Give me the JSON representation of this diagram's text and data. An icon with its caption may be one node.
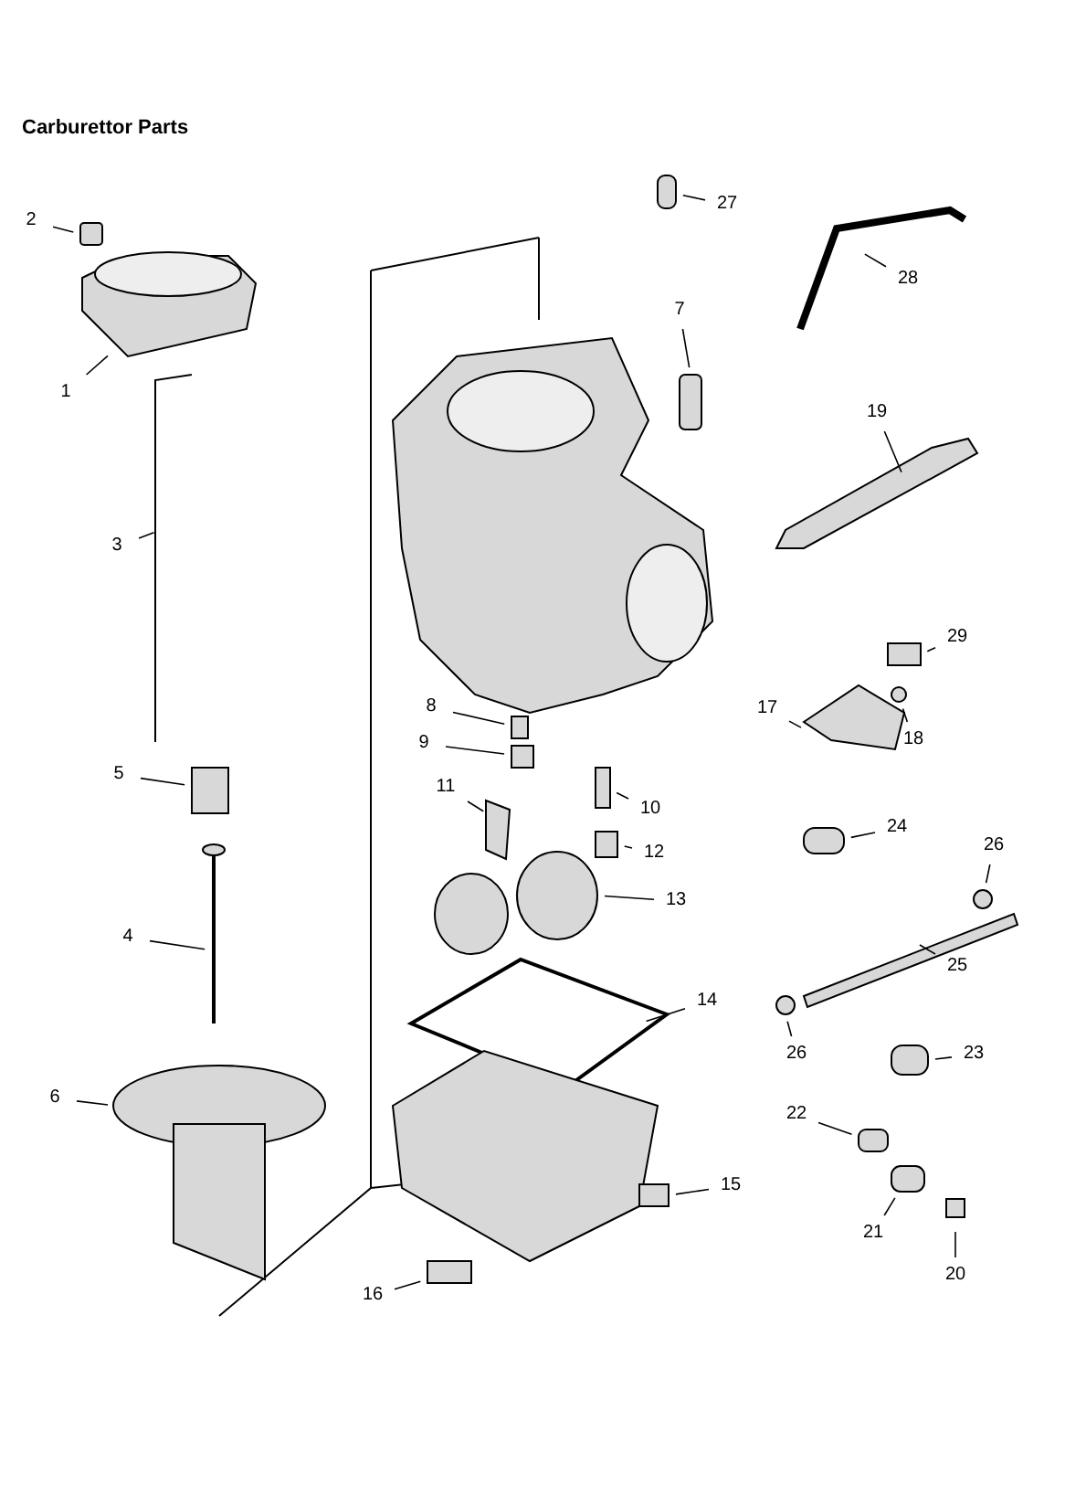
{
  "diagram": {
    "title": "Carburettor Parts",
    "nodes": [
      {
        "text": [
          "27"
        ]
      },
      {
        "text": [
          "2"
        ]
      },
      {
        "text": [
          "28"
        ]
      },
      {
        "text": [
          "7"
        ]
      },
      {
        "text": [
          "1"
        ]
      },
      {
        "text": [
          "19"
        ]
      },
      {
        "text": [
          "3"
        ]
      },
      {
        "text": [
          "29"
        ]
      },
      {
        "text": [
          "17"
        ]
      },
      {
        "text": [
          "8"
        ]
      },
      {
        "text": [
          "18"
        ]
      },
      {
        "text": [
          "9"
        ]
      },
      {
        "text": [
          "5"
        ]
      },
      {
        "text": [
          "11"
        ]
      },
      {
        "text": [
          "10"
        ]
      },
      {
        "text": [
          "24"
        ]
      },
      {
        "text": [
          "12"
        ]
      },
      {
        "text": [
          "26"
        ]
      },
      {
        "text": [
          "13"
        ]
      },
      {
        "text": [
          "4"
        ]
      },
      {
        "text": [
          "25"
        ]
      },
      {
        "text": [
          "14"
        ]
      },
      {
        "text": [
          "26"
        ]
      },
      {
        "text": [
          "23"
        ]
      },
      {
        "text": [
          "6"
        ]
      },
      {
        "text": [
          "22"
        ]
      },
      {
        "text": [
          "15"
        ]
      },
      {
        "text": [
          "21"
        ]
      },
      {
        "text": [
          "20"
        ]
      },
      {
        "text": [
          "16"
        ]
      }
    ],
    "edges": [
      {
        "from": 0,
        "to": null,
        "arrow": "none"
      },
      {
        "from": 1,
        "to": null,
        "arrow": "none"
      },
      {
        "from": 2,
        "to": null,
        "arrow": "none"
      },
      {
        "from": 3,
        "to": null,
        "arrow": "none"
      },
      {
        "from": 4,
        "to": null,
        "arrow": "none"
      },
      {
        "from": 5,
        "to": null,
        "arrow": "none"
      },
      {
        "from": 6,
        "to": null,
        "arrow": "none"
      },
      {
        "from": 7,
        "to": null,
        "arrow": "none"
      },
      {
        "from": 8,
        "to": null,
        "arrow": "none"
      },
      {
        "from": 9,
        "to": null,
        "arrow": "none"
      },
      {
        "from": 10,
        "to": null,
        "arrow": "none"
      },
      {
        "from": 11,
        "to": null,
        "arrow": "none"
      },
      {
        "from": 12,
        "to": null,
        "arrow": "none"
      },
      {
        "from": 13,
        "to": null,
        "arrow": "none"
      },
      {
        "from": 14,
        "to": null,
        "arrow": "none"
      },
      {
        "from": 15,
        "to": null,
        "arrow": "none"
      },
      {
        "from": 16,
        "to": null,
        "arrow": "none"
      },
      {
        "from": 17,
        "to": null,
        "arrow": "none"
      },
      {
        "from": 18,
        "to": null,
        "arrow": "none"
      },
      {
        "from": 19,
        "to": null,
        "arrow": "none"
      },
      {
        "from": 20,
        "to": null,
        "arrow": "none"
      },
      {
        "from": 21,
        "to": null,
        "arrow": "none"
      },
      {
        "from": 22,
        "to": null,
        "arrow": "none"
      },
      {
        "from": 23,
        "to": null,
        "arrow": "none"
      },
      {
        "from": 24,
        "to": null,
        "arrow": "none"
      },
      {
        "from": 25,
        "to": null,
        "arrow": "none"
      },
      {
        "from": 26,
        "to": null,
        "arrow": "none"
      },
      {
        "from": 27,
        "to": null,
        "arrow": "none"
      },
      {
        "from": 28,
        "to": null,
        "arrow": "none"
      },
      {
        "from": 29,
        "to": null,
        "arrow": "none"
      }
    ]
  }
}
